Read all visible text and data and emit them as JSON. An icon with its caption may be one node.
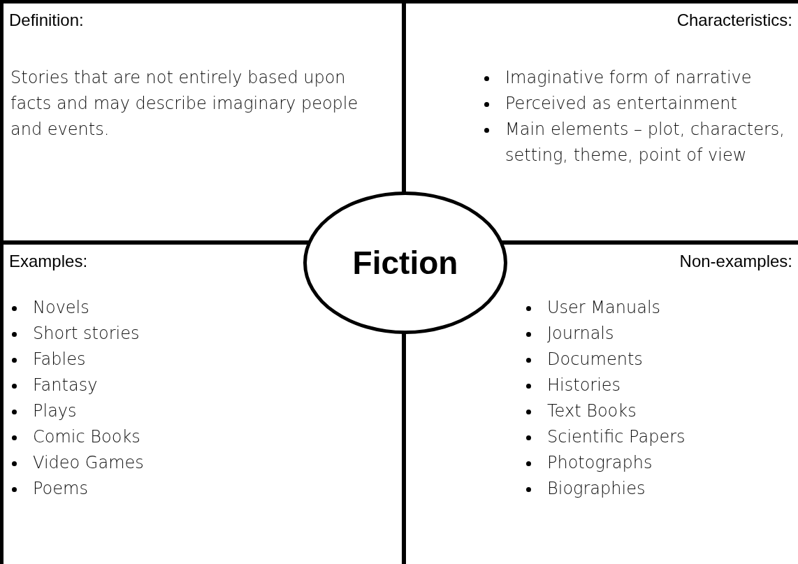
{
  "diagram": {
    "nodes": [
      {
        "text": [
          "Definition:",
          "Stories that are not entirely based upon facts and may describe imaginary people and events."
        ]
      },
      {
        "text": [
          "Characteristics:",
          "Imaginative form of narrative",
          "Perceived as entertainment",
          "Main elements – plot, characters, setting, theme, point of view"
        ]
      },
      {
        "text": [
          "Examples:",
          "Novels",
          "Short stories",
          "Fables",
          "Fantasy",
          "Plays",
          "Comic Books",
          "Video Games",
          "Poems"
        ]
      },
      {
        "text": [
          "Non-examples:",
          "User Manuals",
          "Journals",
          "Documents",
          "Histories",
          "Text Books",
          "Scientific Papers",
          "Photographs",
          "Biographies"
        ]
      },
      {
        "text": [
          "Fiction"
        ]
      }
    ],
    "edges": []
  }
}
